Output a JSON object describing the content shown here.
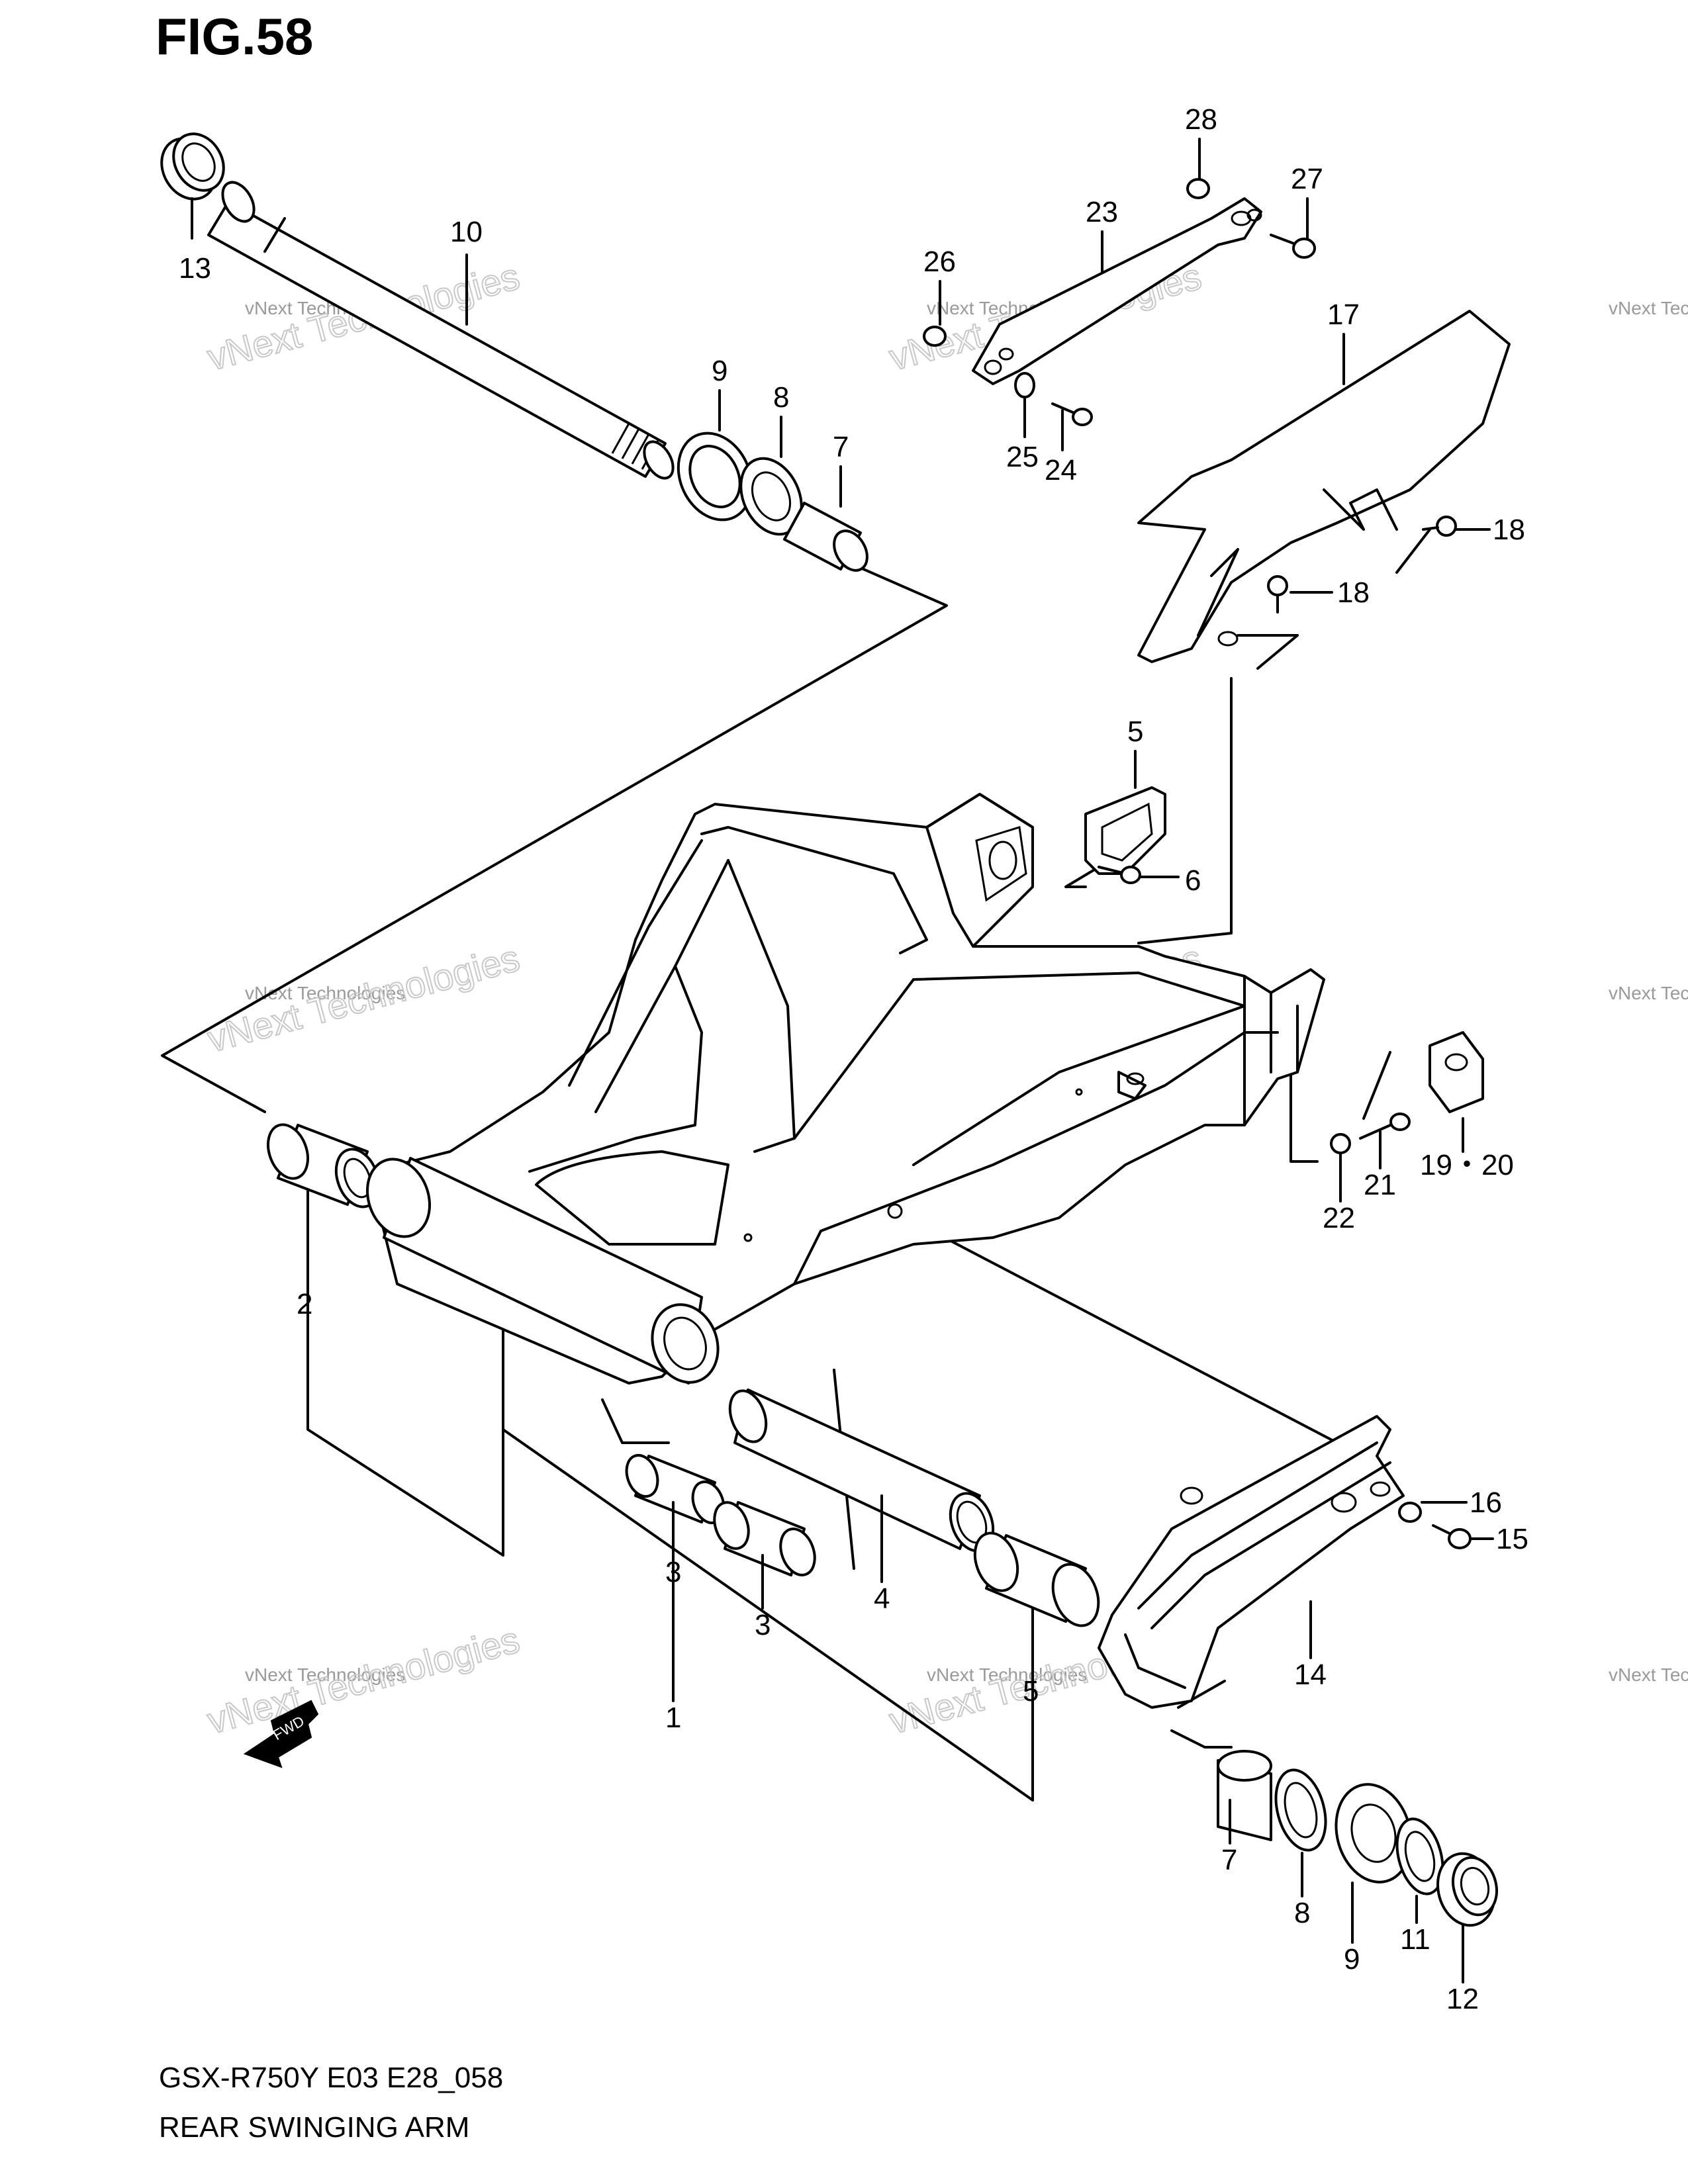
{
  "figure_title": "FIG.58",
  "footer": {
    "code": "GSX-R750Y E03 E28_058",
    "name": "REAR SWINGING ARM"
  },
  "watermark": {
    "small": "vNext Technologies",
    "big": "vNext Technologies"
  },
  "fwd_label": "FWD",
  "callouts": {
    "p1": "1",
    "p2": "2",
    "p3a": "3",
    "p3b": "3",
    "p4": "4",
    "p5a": "5",
    "p5b": "5",
    "p6": "6",
    "p7a": "7",
    "p7b": "7",
    "p8a": "8",
    "p8b": "8",
    "p9a": "9",
    "p9b": "9",
    "p10": "10",
    "p11": "11",
    "p12": "12",
    "p13": "13",
    "p14": "14",
    "p15": "15",
    "p16": "16",
    "p17": "17",
    "p18a": "18",
    "p18b": "18",
    "p19_20": "19・20",
    "p21": "21",
    "p22": "22",
    "p23": "23",
    "p24": "24",
    "p25": "25",
    "p26": "26",
    "p27": "27",
    "p28": "28"
  }
}
